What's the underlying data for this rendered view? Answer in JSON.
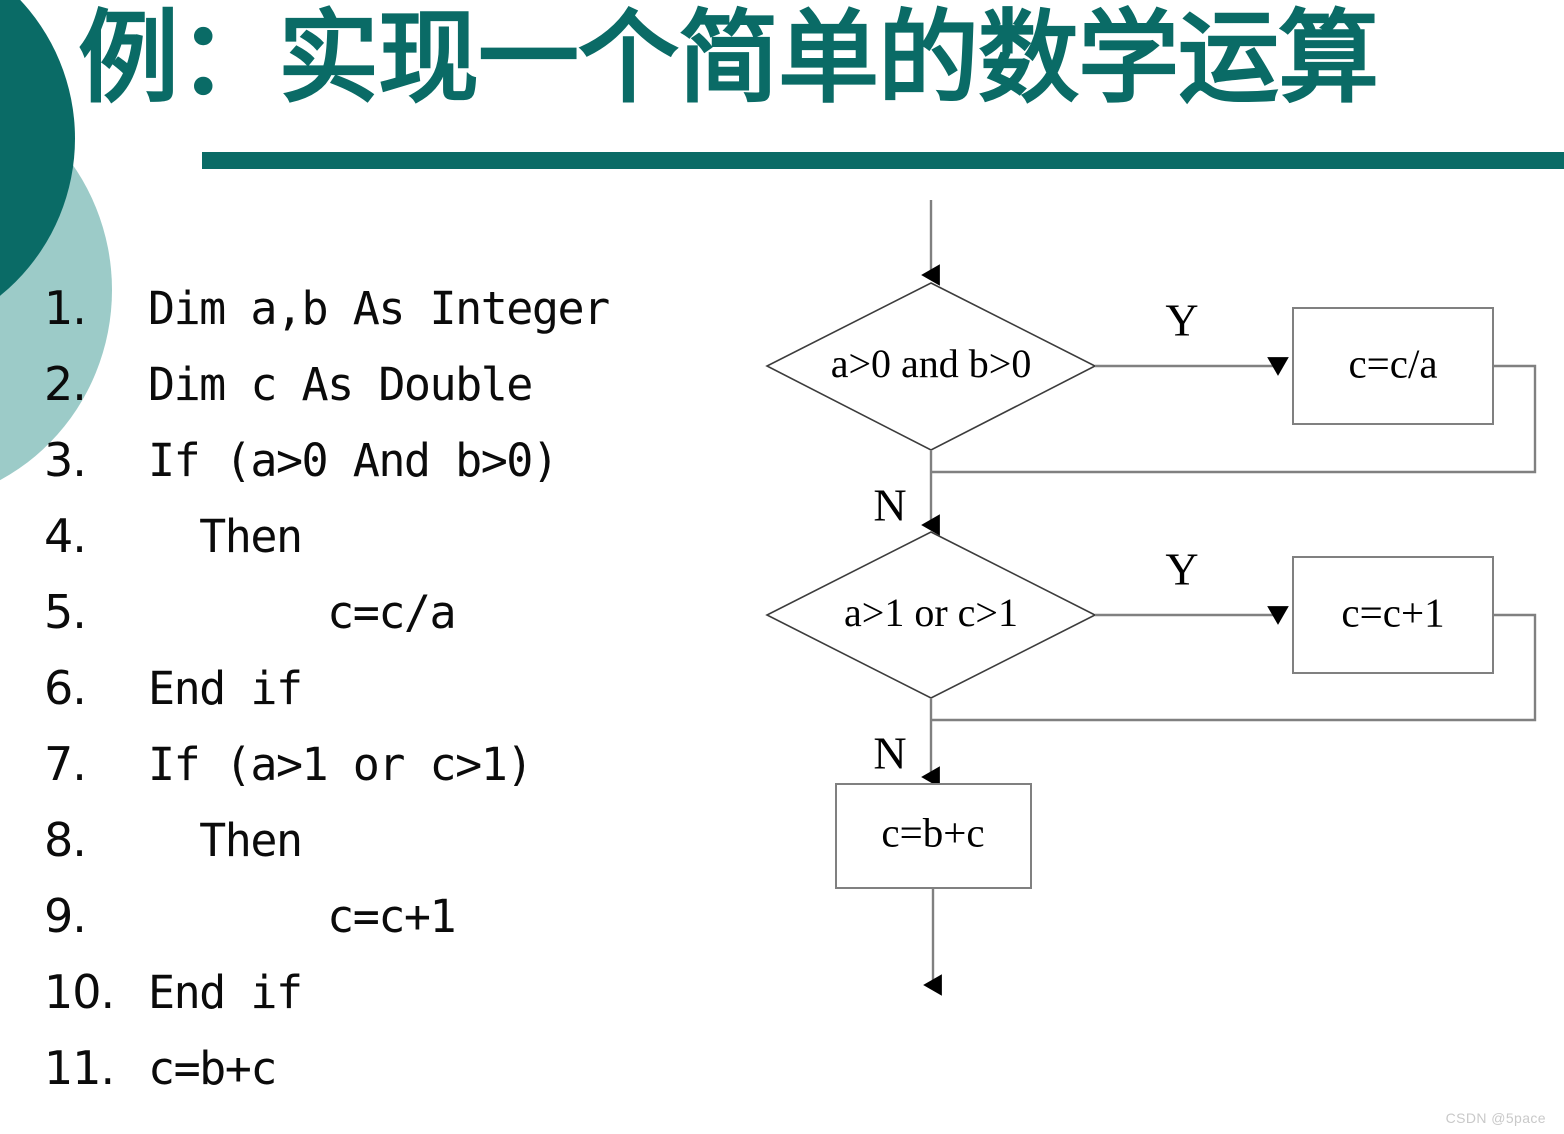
{
  "slide": {
    "title": "例：实现一个简单的数学运算",
    "watermark": "CSDN @5pace",
    "colors": {
      "accent_teal": "#0a6b66",
      "accent_teal_light": "#9ccbc8",
      "text_black": "#0b0b0b",
      "line_gray": "#808080"
    }
  },
  "code_listing": [
    {
      "num": "1.",
      "text": "Dim a,b As Integer"
    },
    {
      "num": "2.",
      "text": "Dim c As Double"
    },
    {
      "num": "3.",
      "text": "If (a>0 And b>0)"
    },
    {
      "num": "4.",
      "text": "  Then"
    },
    {
      "num": "5.",
      "text": "       c=c/a"
    },
    {
      "num": "6.",
      "text": "End if"
    },
    {
      "num": "7.",
      "text": "If (a>1 or c>1)"
    },
    {
      "num": "8.",
      "text": "  Then"
    },
    {
      "num": "9.",
      "text": "       c=c+1"
    },
    {
      "num": "10.",
      "text": "End if"
    },
    {
      "num": "11.",
      "text": "c=b+c"
    }
  ],
  "flowchart": {
    "type": "flowchart",
    "nodes": [
      {
        "id": "decision1",
        "shape": "diamond",
        "label": "a>0 and b>0"
      },
      {
        "id": "process1",
        "shape": "rectangle",
        "label": "c=c/a"
      },
      {
        "id": "decision2",
        "shape": "diamond",
        "label": "a>1 or c>1"
      },
      {
        "id": "process2",
        "shape": "rectangle",
        "label": "c=c+1"
      },
      {
        "id": "process3",
        "shape": "rectangle",
        "label": "c=b+c"
      }
    ],
    "branch_labels": {
      "d1_yes": "Y",
      "d1_no": "N",
      "d2_yes": "Y",
      "d2_no": "N"
    },
    "edges": [
      {
        "from": "entry",
        "to": "decision1",
        "label": ""
      },
      {
        "from": "decision1",
        "to": "process1",
        "label": "Y"
      },
      {
        "from": "decision1",
        "to": "decision2",
        "label": "N"
      },
      {
        "from": "process1",
        "to": "decision2",
        "label": ""
      },
      {
        "from": "decision2",
        "to": "process2",
        "label": "Y"
      },
      {
        "from": "decision2",
        "to": "process3",
        "label": "N"
      },
      {
        "from": "process2",
        "to": "process3",
        "label": ""
      },
      {
        "from": "process3",
        "to": "exit",
        "label": ""
      }
    ]
  }
}
